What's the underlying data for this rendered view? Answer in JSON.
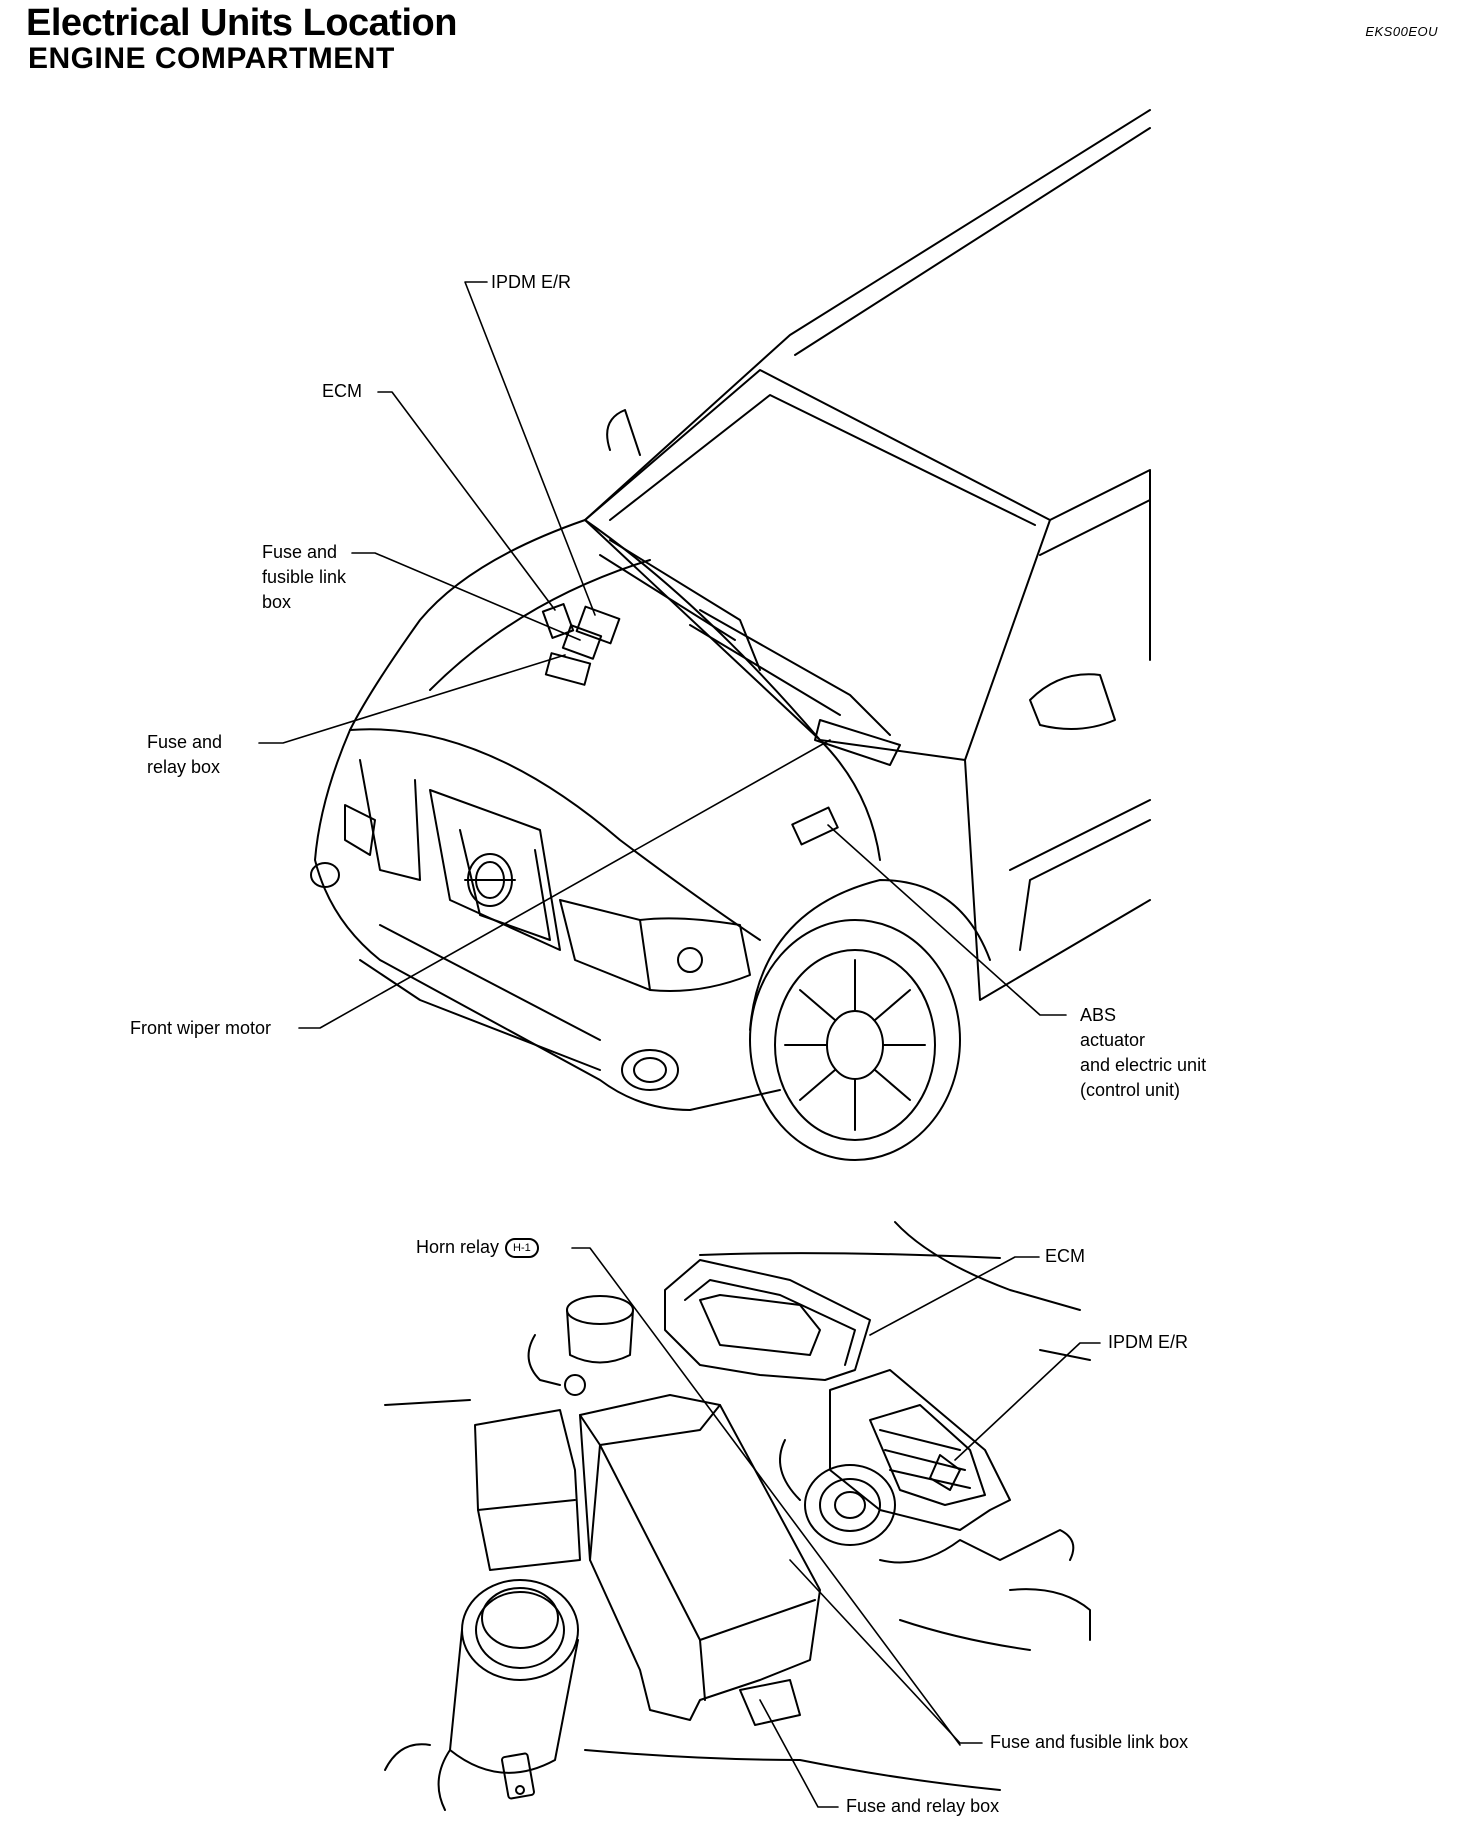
{
  "header": {
    "title": "Electrical Units Location",
    "subtitle": "ENGINE COMPARTMENT",
    "code": "EKS00EOU"
  },
  "upper_view": {
    "labels": {
      "ipdm": "IPDM E/R",
      "ecm": "ECM",
      "fuse_fusible": "Fuse and\nfusible link\nbox",
      "fuse_relay": "Fuse and\nrelay box",
      "front_wiper": "Front wiper motor",
      "abs": "ABS\nactuator\nand electric unit\n(control unit)"
    }
  },
  "lower_view": {
    "labels": {
      "horn_relay": "Horn relay",
      "horn_ref": "H-1",
      "ecm": "ECM",
      "ipdm": "IPDM E/R",
      "fuse_fusible": "Fuse and fusible link box",
      "fuse_relay": "Fuse and relay box"
    }
  }
}
